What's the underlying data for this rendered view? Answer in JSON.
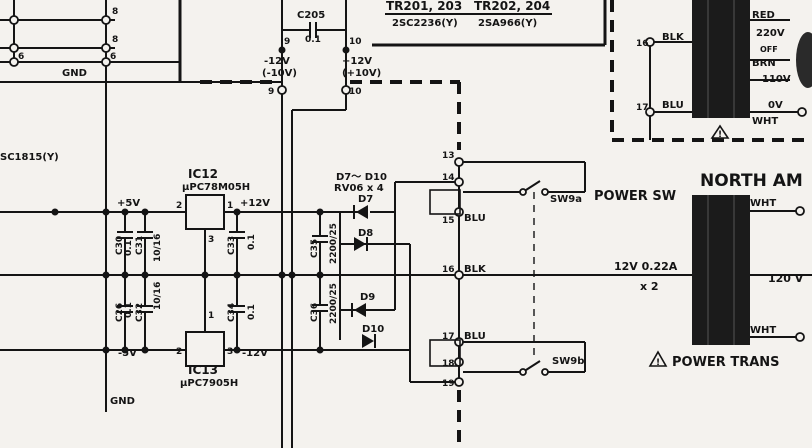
{
  "labels": {
    "top_pin_8a": "8",
    "top_pin_8b": "8",
    "pin_6a": "6",
    "pin_6b": "6",
    "gnd_top": "GND",
    "pin_9a": "9",
    "pin_10a": "10",
    "c205": "C205",
    "c205_val": "0.1",
    "neg12": "-12V",
    "neg10": "(-10V)",
    "pos12": "+12V",
    "pos10": "(+10V)",
    "pin_9b": "9",
    "pin_10b": "10",
    "tr_top1": "TR201, 203",
    "tr_top2": "TR202, 204",
    "tr_bot1": "2SC2236(Y)",
    "tr_bot2": "2SA966(Y)",
    "sc1815": "SC1815(Y)",
    "ic12": "IC12",
    "ic12_part": "μPC78M05H",
    "plus5": "+5V",
    "ic12_p2": "2",
    "ic12_p1": "1",
    "ic12_p3": "3",
    "plus12_out": "+12V",
    "c30": "C30",
    "c30_val": "0.1",
    "c31": "C31",
    "c31_val": "10/16",
    "c33": "C33",
    "c33_val": "0.1",
    "c26": "C26",
    "c26_val": "0.1",
    "c32": "C32",
    "c32_val": "10/16",
    "c34": "C34",
    "c34_val": "0.1",
    "ic13_p1": "1",
    "minus5": "-5V",
    "ic13_p2": "2",
    "ic13_p3": "3",
    "minus12_out": "-12V",
    "ic13": "IC13",
    "ic13_part": "μPC7905H",
    "gnd_bottom": "GND",
    "c35": "C35",
    "c35_val": "2200/25",
    "c36": "C36",
    "c36_val": "2200/25",
    "diodes": "D7～ D10",
    "diodes_part": "RV06 x 4",
    "d7": "D7",
    "d8": "D8",
    "d9": "D9",
    "d10": "D10",
    "pin_13": "13",
    "pin_14": "14",
    "pin_15": "15",
    "blu_15": "BLU",
    "pin_16": "16",
    "blk_16": "BLK",
    "pin_17": "17",
    "blu_17": "BLU",
    "pin_18": "18",
    "pin_19": "19",
    "sw9a": "SW9a",
    "power_sw": "POWER SW",
    "sw9b": "SW9b",
    "sec_voltage": "12V  0.22A",
    "sec_x2": "x 2",
    "pin16_right": "16",
    "blk_right": "BLK",
    "pin17_right": "17",
    "blu_right": "BLU",
    "red": "RED",
    "v220": "220V",
    "off": "OFF",
    "brn": "BRN",
    "v110": "110V",
    "v0": "0V",
    "wht1": "WHT",
    "north_am": "NORTH  AM",
    "wht2": "WHT",
    "v120": "120 V",
    "wht3": "WHT",
    "power_trans": "POWER  TRANS"
  }
}
